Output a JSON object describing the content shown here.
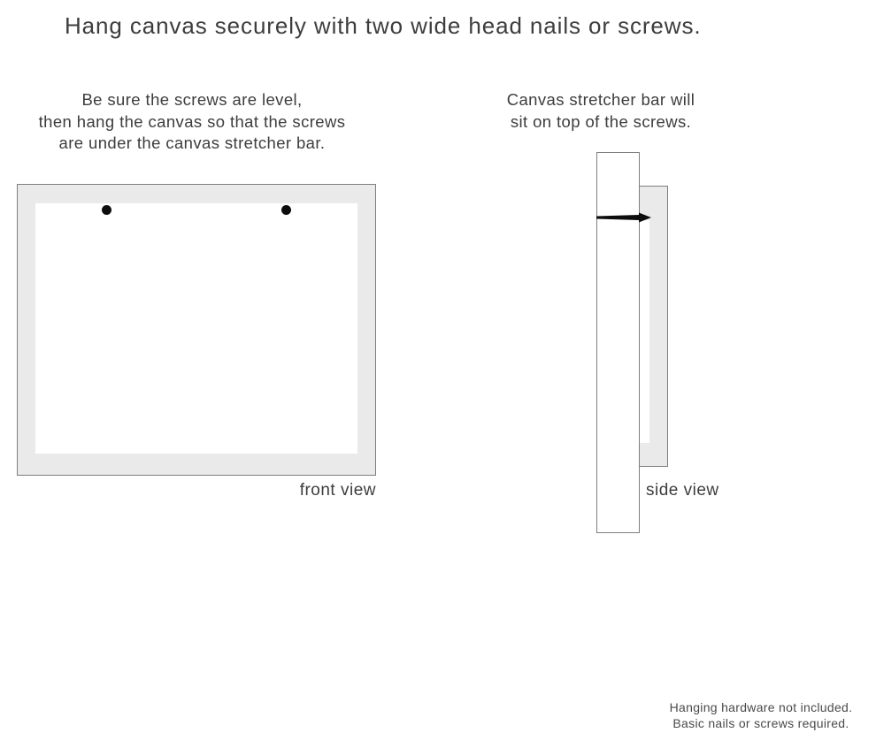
{
  "title": "Hang canvas securely with two wide head nails or screws.",
  "instructions": {
    "front": {
      "lines": [
        "Be sure the screws are level,",
        "then hang the canvas so that the screws",
        "are under the canvas stretcher bar."
      ]
    },
    "side": {
      "lines": [
        "Canvas stretcher bar will",
        "sit on top of the screws."
      ]
    }
  },
  "labels": {
    "front_view": "front view",
    "side_view": "side view"
  },
  "footnote": {
    "lines": [
      "Hanging hardware not included.",
      "Basic nails or screws required."
    ]
  },
  "colors": {
    "background": "#ffffff",
    "frame_gray": "#eaeaea",
    "border_gray": "#7e7e7e",
    "ink": "#3d3d3d",
    "muted_ink": "#4a4a4a",
    "nail_black": "#0d0d0d"
  }
}
